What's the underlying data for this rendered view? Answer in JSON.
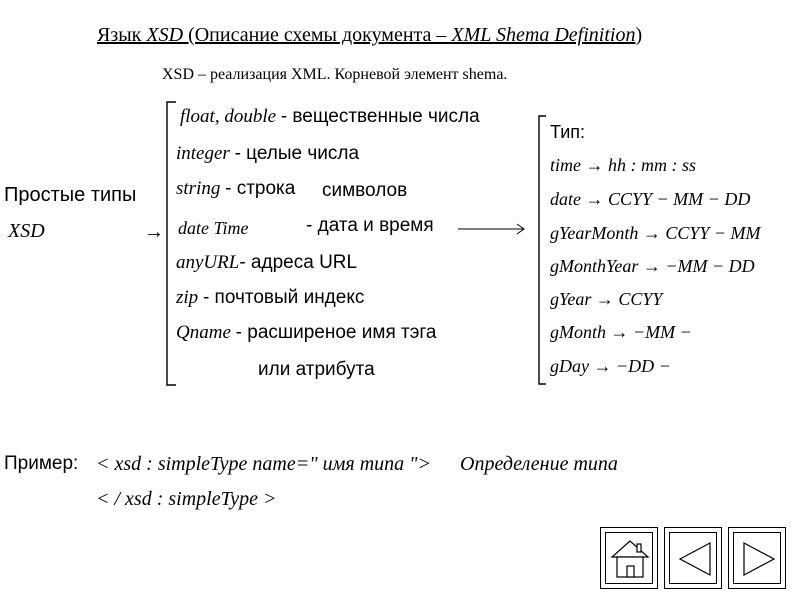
{
  "title": {
    "part1": "Язык ",
    "xsd": "XSD",
    "part2": " (Описание схемы документа – ",
    "xml_def": "XML Shema Definition",
    "part3": ")"
  },
  "subtitle": "XSD – реализация XML. Корневой элемент shema.",
  "left_label": {
    "line1": "Простые типы",
    "line2": "XSD"
  },
  "types": [
    {
      "name": "float, double",
      "desc": "- вещественные числа"
    },
    {
      "name": "integer",
      "desc": "- целые числа"
    },
    {
      "name": "string",
      "desc": "- строка",
      "desc2": "символов"
    },
    {
      "name": "date Time",
      "desc": "- дата и время"
    },
    {
      "name": "anyURL",
      "desc": "- адреса URL"
    },
    {
      "name": "zip",
      "desc": "- почтовый индекс"
    },
    {
      "name": "Qname",
      "desc": "- расширеное имя тэга",
      "desc2": "или атрибута"
    }
  ],
  "formats_header": "Тип:",
  "formats": [
    {
      "name": "time",
      "value": "hh : mm : ss"
    },
    {
      "name": "date",
      "value": "CCYY − MM − DD"
    },
    {
      "name": "gYearMonth",
      "value": "CCYY − MM"
    },
    {
      "name": "gMonthYear",
      "value": "−MM − DD"
    },
    {
      "name": "gYear",
      "value": "CCYY"
    },
    {
      "name": "gMonth",
      "value": "−MM −"
    },
    {
      "name": "gDay",
      "value": "−DD −"
    }
  ],
  "example": {
    "label": "Пример:",
    "line1_code": "< xsd : simpleType name=\" имя типа \">",
    "line1_tail": "Определение типа",
    "line2_code": "< / xsd : simpleType >"
  },
  "nav": {
    "home_icon": "home-icon",
    "prev_icon": "triangle-left-icon",
    "next_icon": "triangle-right-icon"
  },
  "arrow_glyph": "→"
}
